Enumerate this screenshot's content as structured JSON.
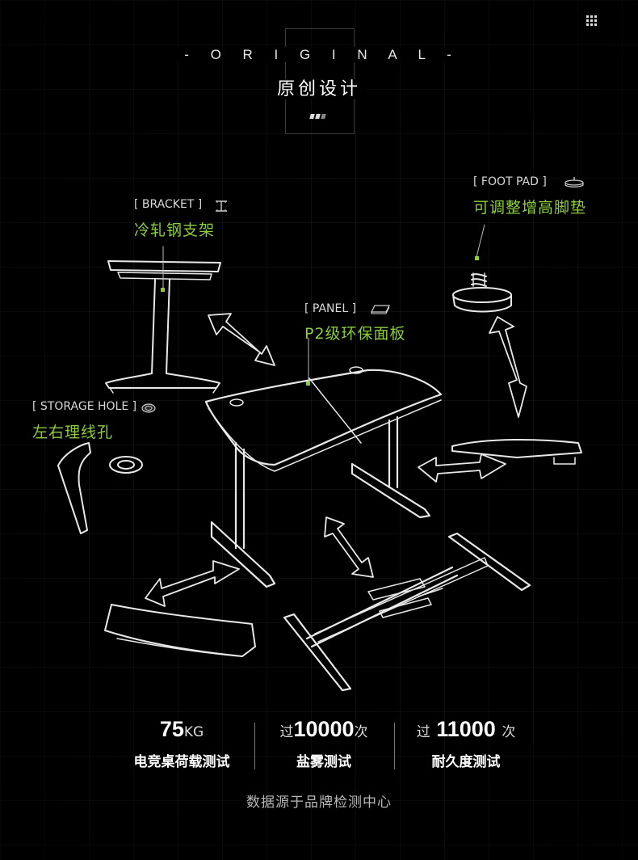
{
  "header": {
    "title_en": "- O R I G I N A L -",
    "title_zh": "原创设计"
  },
  "parts": [
    {
      "label_en": "[ BRACKET ]",
      "label_zh": "冷轧钢支架",
      "icon": "i-beam-icon"
    },
    {
      "label_en": "[ FOOT PAD ]",
      "label_zh": "可调整增高脚垫",
      "icon": "foot-pad-icon"
    },
    {
      "label_en": "[ PANEL ]",
      "label_zh": "P2级环保面板",
      "icon": "panel-icon"
    },
    {
      "label_en": "[ STORAGE HOLE ]",
      "label_zh": "左右理线孔",
      "icon": "grommet-icon"
    }
  ],
  "stats": [
    {
      "prefix": "",
      "value": "75",
      "unit": "KG",
      "label": "电竞桌荷载测试"
    },
    {
      "prefix": "过",
      "value": "10000",
      "unit": "次",
      "label": "盐雾测试"
    },
    {
      "prefix": "过",
      "value": "11000",
      "unit": "次",
      "label": "耐久度测试"
    }
  ],
  "footnote": "数据源于品牌检测中心",
  "colors": {
    "background": "#000000",
    "accent_green": "#8ccd3c",
    "text": "#ffffff"
  }
}
